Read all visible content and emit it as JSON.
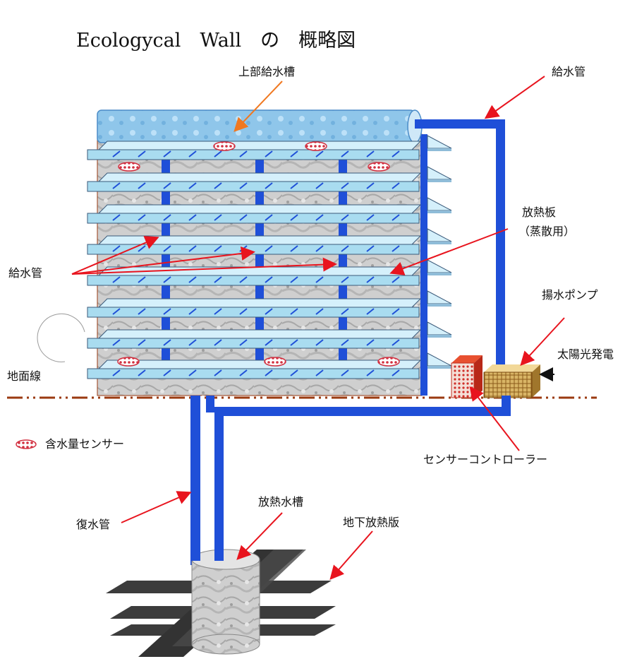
{
  "title": "Ecologycal　Wall　の　概略図",
  "labels": {
    "upper_tank": "上部給水槽",
    "supply_pipe_top": "給水管",
    "radiator_plate_line1": "放熱板",
    "radiator_plate_line2": "（蒸散用）",
    "supply_pipe_left": "給水管",
    "pump": "揚水ポンプ",
    "solar": "太陽光発電",
    "ground_line": "地面線",
    "moisture_sensor": "含水量センサー",
    "controller": "センサーコントローラー",
    "return_pipe": "復水管",
    "heat_tank": "放熱水槽",
    "underground_plate": "地下放熱版"
  },
  "colors": {
    "pipe": "#1f4fd8",
    "plate": "#a9dcf0",
    "arrow_red": "#e8141e",
    "arrow_orange": "#f07820",
    "ground": "#9a3a10",
    "sensor": "#d23040",
    "wall": "#c9c9c9",
    "dark_plate": "#3c3c3c"
  },
  "icons": {
    "sensor": "moisture-sensor-icon",
    "pump": "pump-icon",
    "controller": "controller-box-icon"
  }
}
